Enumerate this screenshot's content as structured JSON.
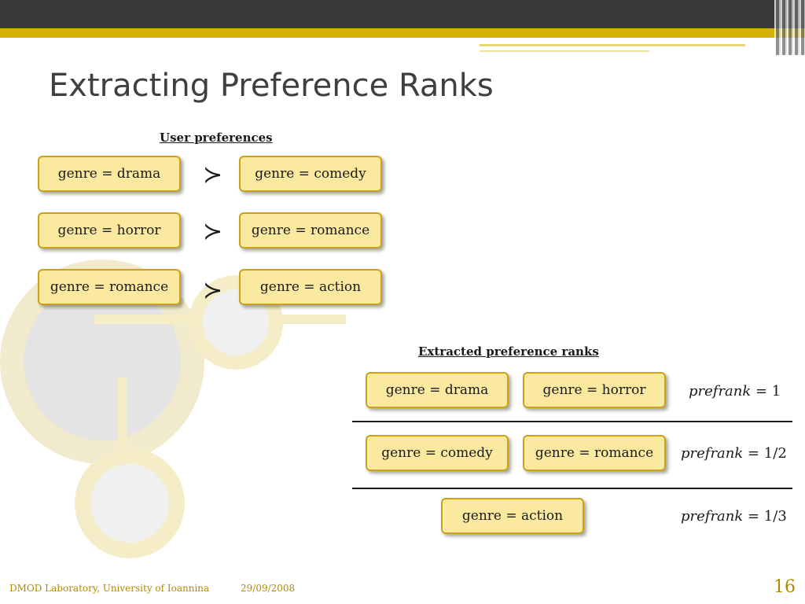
{
  "slide": {
    "title": "Extracting Preference Ranks",
    "page_number": "16"
  },
  "user_preferences": {
    "heading": "User preferences",
    "pairs": [
      {
        "left": "genre = drama",
        "right": "genre = comedy"
      },
      {
        "left": "genre = horror",
        "right": "genre = romance"
      },
      {
        "left": "genre = romance",
        "right": "genre = action"
      }
    ],
    "operator": "≻"
  },
  "extracted_ranks": {
    "heading": "Extracted preference ranks",
    "rows": [
      {
        "items": [
          "genre = drama",
          "genre = horror"
        ],
        "label": "prefrank",
        "value": " = 1"
      },
      {
        "items": [
          "genre = comedy",
          "genre = romance"
        ],
        "label": "prefrank",
        "value": " = 1/2"
      },
      {
        "items": [
          "genre = action"
        ],
        "label": "prefrank",
        "value": " = 1/3"
      }
    ]
  },
  "footer": {
    "organization": "DMOD Laboratory, University of Ioannina",
    "date": "29/09/2008"
  },
  "colors": {
    "accent": "#d4b106",
    "box_fill": "#fbe9a0",
    "box_border": "#c9a21a",
    "top_bar": "#3a3a3a"
  }
}
